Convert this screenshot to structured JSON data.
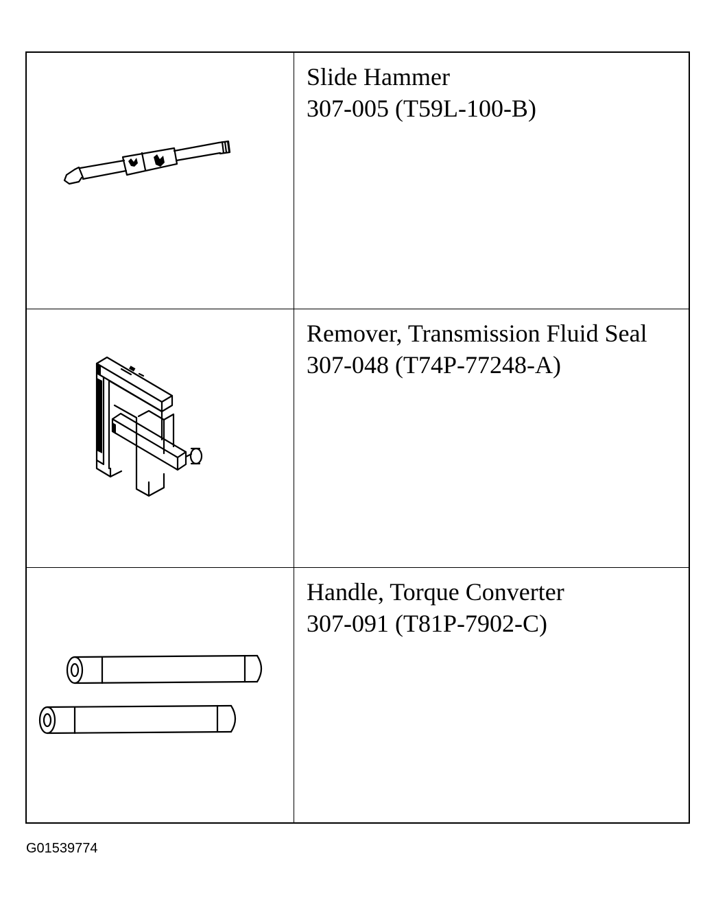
{
  "tools": [
    {
      "name": "Slide Hammer",
      "part_number": "307-005 (T59L-100-B)",
      "illustration": "slide-hammer-illustration"
    },
    {
      "name": "Remover, Transmission Fluid Seal",
      "part_number": "307-048 (T74P-77248-A)",
      "illustration": "seal-remover-illustration"
    },
    {
      "name": "Handle, Torque Converter",
      "part_number": "307-091 (T81P-7902-C)",
      "illustration": "torque-converter-handle-illustration"
    }
  ],
  "figure_id": "G01539774"
}
